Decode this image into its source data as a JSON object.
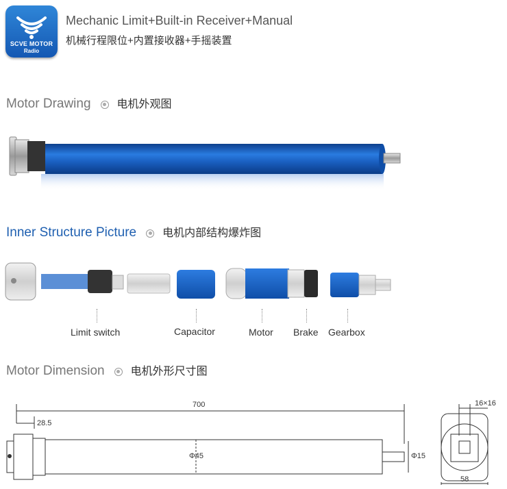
{
  "header": {
    "logo_line1": "SCVE MOTOR",
    "logo_line2": "Radio",
    "title_en": "Mechanic Limit+Built-in Receiver+Manual",
    "title_cn": "机械行程限位+内置接收器+手摇装置"
  },
  "sections": {
    "drawing": {
      "title_en": "Motor Drawing",
      "title_cn": "电机外观图"
    },
    "inner": {
      "title_en": "Inner Structure Picture",
      "title_cn": "电机内部结构爆炸图"
    },
    "dimension": {
      "title_en": "Motor Dimension",
      "title_cn": "电机外形尺寸图"
    }
  },
  "parts": {
    "limit_switch": "Limit switch",
    "capacitor": "Capacitor",
    "motor": "Motor",
    "brake": "Brake",
    "gearbox": "Gearbox"
  },
  "dimensions": {
    "length": "700",
    "head_offset": "28.5",
    "tube_diameter": "Φ45",
    "shaft_diameter": "Φ15",
    "square": "16×16",
    "head_width": "58"
  },
  "colors": {
    "tube_blue": "#1a5fc0",
    "logo_blue": "#1458b3",
    "title_blue": "#1e5fb0"
  }
}
